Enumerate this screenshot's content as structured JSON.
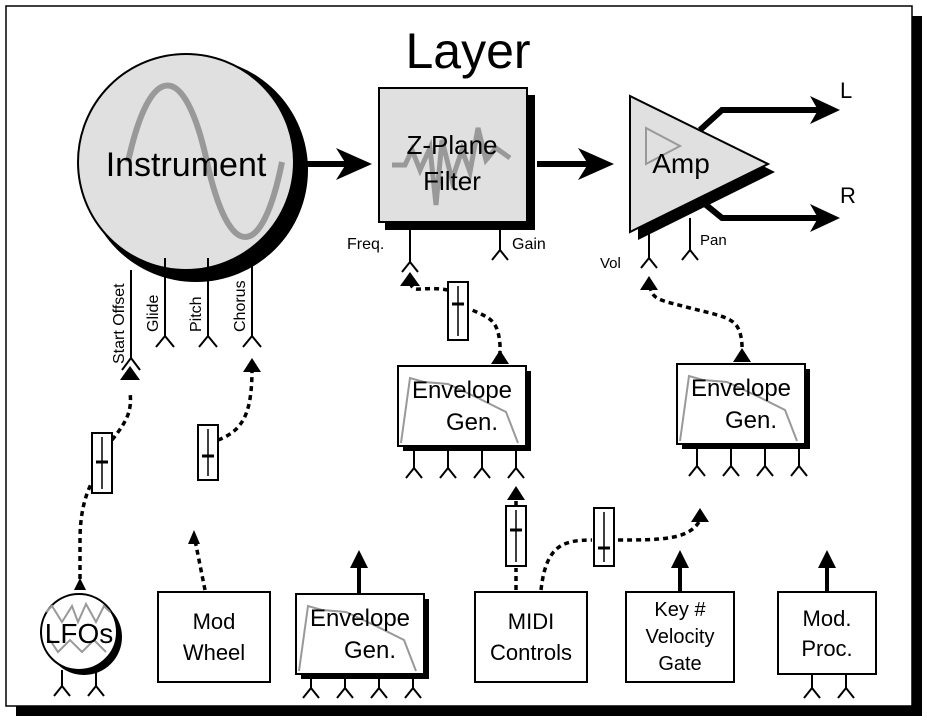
{
  "title": "Layer",
  "blocks": {
    "instrument": "Instrument",
    "filter_line1": "Z-Plane",
    "filter_line2": "Filter",
    "amp": "Amp",
    "env_line1": "Envelope",
    "env_line2": "Gen.",
    "lfo": "LFOs",
    "mod_wheel_line1": "Mod",
    "mod_wheel_line2": "Wheel",
    "midi_line1": "MIDI",
    "midi_line2": "Controls",
    "key_line1": "Key #",
    "key_line2": "Velocity",
    "key_line3": "Gate",
    "modproc_line1": "Mod.",
    "modproc_line2": "Proc."
  },
  "inputs": {
    "start_offset": "Start Offset",
    "glide": "Glide",
    "pitch": "Pitch",
    "chorus": "Chorus",
    "freq": "Freq.",
    "gain": "Gain",
    "vol": "Vol",
    "pan": "Pan"
  },
  "outputs": {
    "left": "L",
    "right": "R"
  },
  "colors": {
    "block_fill": "#e0e0e0",
    "shadow": "#000000",
    "waveform": "#999999",
    "line": "#000000"
  }
}
